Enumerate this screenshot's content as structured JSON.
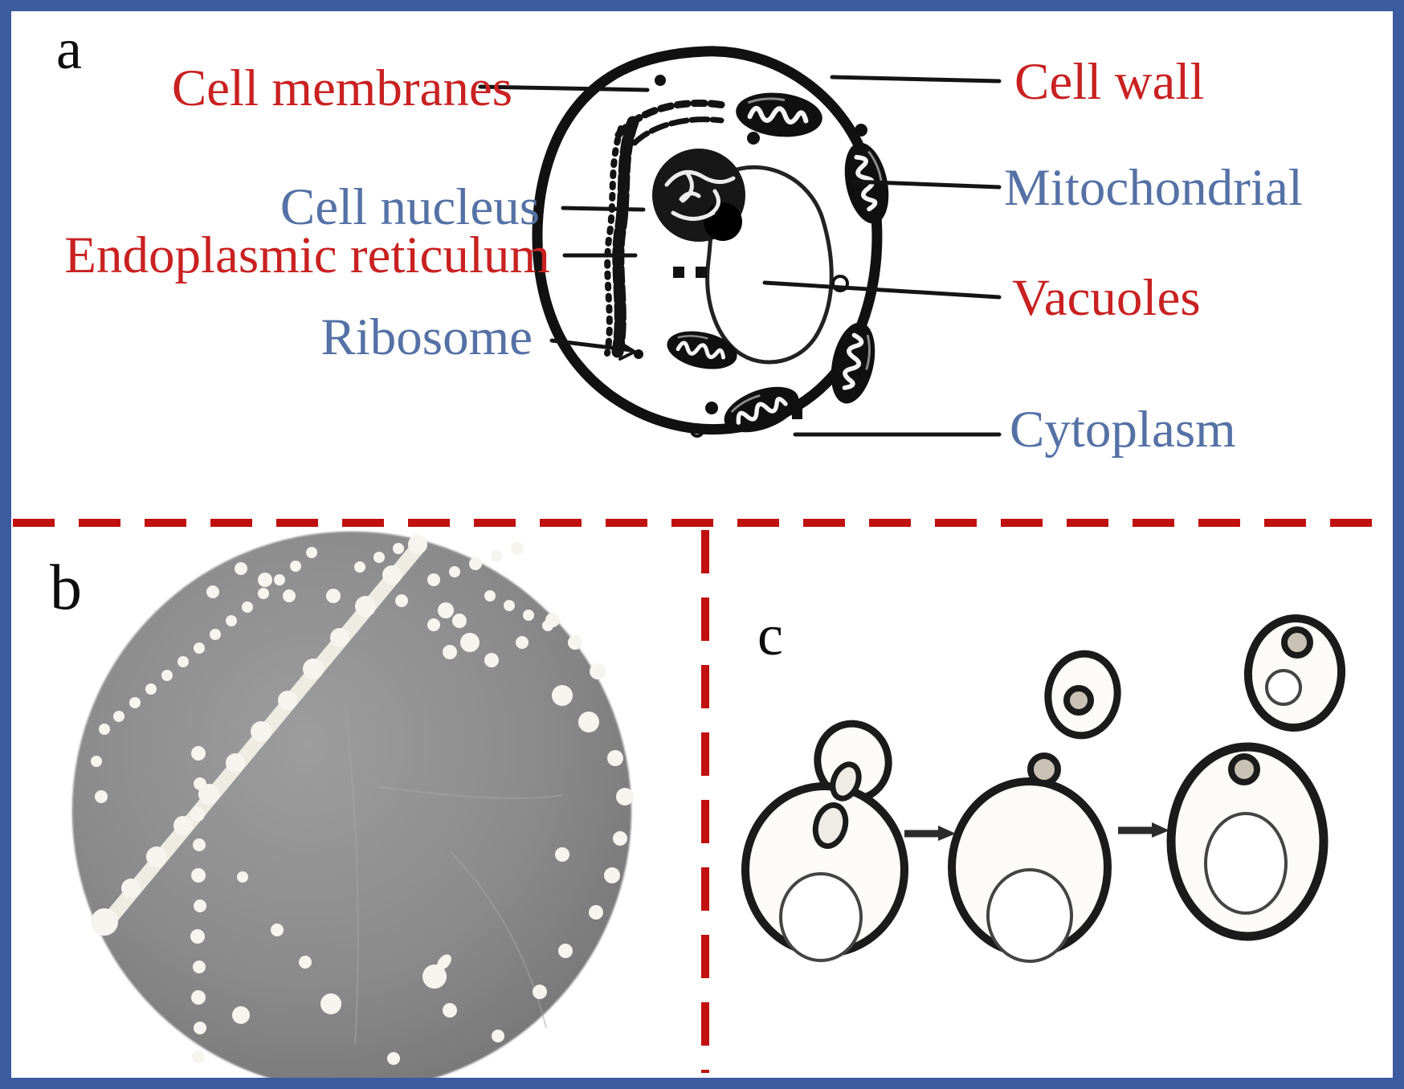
{
  "figure_type": "scientific-figure",
  "panels": {
    "a": "a",
    "b": "b",
    "c": "c"
  },
  "panel_a": {
    "description": "labeled yeast cell diagram",
    "left_labels": [
      {
        "id": "cell-membranes",
        "text": "Cell membranes",
        "color": "#c92121"
      },
      {
        "id": "cell-nucleus",
        "text": "Cell nucleus",
        "color": "#5571a5"
      },
      {
        "id": "endoplasmic-reticulum",
        "text": "Endoplasmic reticulum",
        "color": "#c92121"
      },
      {
        "id": "ribosome",
        "text": "Ribosome",
        "color": "#5571a5"
      }
    ],
    "right_labels": [
      {
        "id": "cell-wall",
        "text": "Cell wall",
        "color": "#c92121"
      },
      {
        "id": "mitochondrial",
        "text": "Mitochondrial",
        "color": "#5571a5"
      },
      {
        "id": "vacuoles",
        "text": "Vacuoles",
        "color": "#c92121"
      },
      {
        "id": "cytoplasm",
        "text": "Cytoplasm",
        "color": "#5571a5"
      }
    ]
  },
  "panel_b": {
    "description": "petri dish photo with white yeast colonies"
  },
  "panel_c": {
    "description": "three budding yeast cells with arrows"
  },
  "colors": {
    "frame_border": "#3d5b9f",
    "divider_dashes": "#c11010",
    "label_red": "#c92121",
    "label_blue": "#5571a5",
    "ink": "#141414",
    "agar_gray": "#8b8b8b",
    "colony_white": "#f6f4ee"
  }
}
